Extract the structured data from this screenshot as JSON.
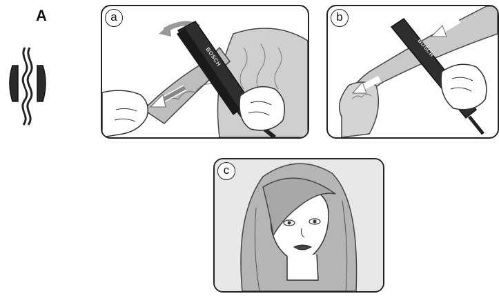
{
  "section": {
    "letter": "A"
  },
  "panels": [
    {
      "label": "a",
      "brand": "BOSCH"
    },
    {
      "label": "b",
      "brand": "BOSCH"
    },
    {
      "label": "c"
    }
  ]
}
